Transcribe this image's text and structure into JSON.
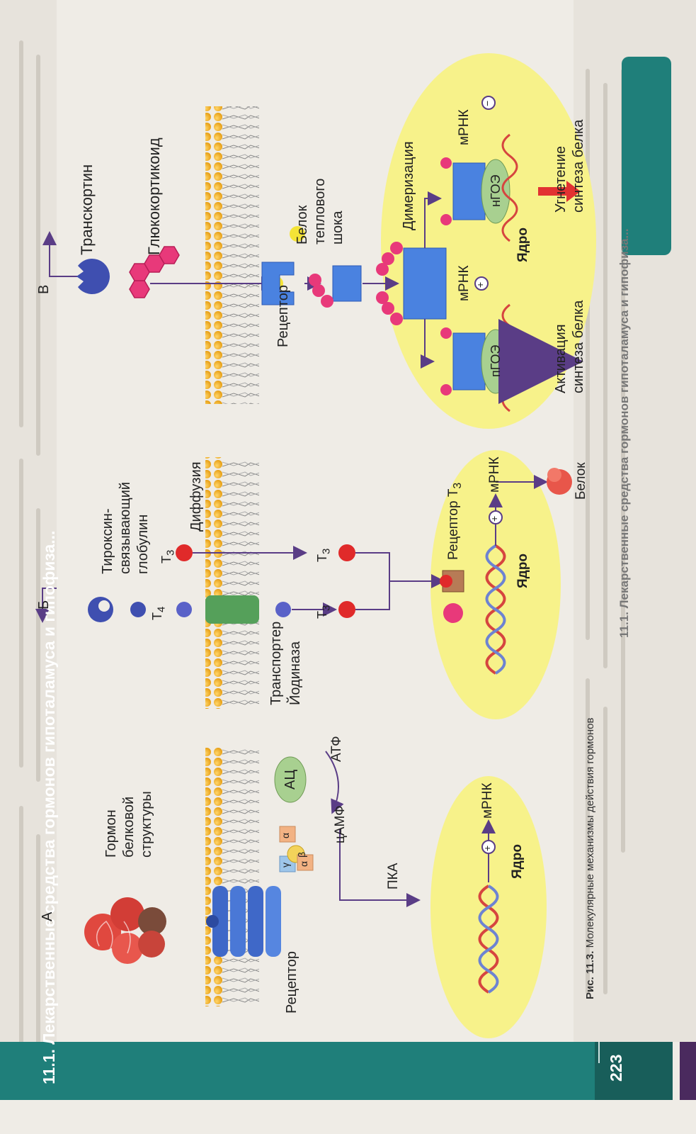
{
  "footer": {
    "running_title": "11.1. Лекарственные средства гормонов гипоталамуса и гипофиза...",
    "page_number": "223",
    "side_heading": "11.1. Лекарственные средства гормонов гипоталамуса и гипофиза..."
  },
  "figure": {
    "caption_label": "Рис. 11.3.",
    "caption_text": "Молекулярные механизмы действия гормонов"
  },
  "panelA": {
    "letter": "А",
    "hormone": [
      "Гормон",
      "белковой",
      "структуры"
    ],
    "receptor": "Рецептор",
    "alpha": "α",
    "beta": "β",
    "gamma": "γ",
    "ac": "АЦ",
    "atp": "АТФ",
    "camp": "цАМФ",
    "pka": "ПКА",
    "plus": "+",
    "mrna": "мРНК",
    "nucleus": "Ядро"
  },
  "panelB": {
    "letter": "Б",
    "tbg": [
      "Тироксин-",
      "связывающий",
      "глобулин"
    ],
    "t4": "T",
    "t4_sub": "4",
    "t3": "T",
    "t3_sub": "3",
    "diffusion": "Диффузия",
    "transporter": "Транспортер",
    "deiodinase": "Йодиназа",
    "receptor_t3": "Рецептор T",
    "plus": "+",
    "mrna": "мРНК",
    "nucleus": "Ядро",
    "protein": "Белок"
  },
  "panelC": {
    "letter": "В",
    "transcortin": "Транскортин",
    "glucocorticoid": "Глюкокортикоид",
    "hsp": [
      "Белок",
      "теплового",
      "шока"
    ],
    "receptor": "Рецептор",
    "dimerization": "Димеризация",
    "mrna_plus": "мРНК",
    "mrna_minus": "мРНК",
    "plus": "+",
    "minus": "−",
    "pgre": "пГОЭ",
    "ngre": "нГОЭ",
    "nucleus": "Ядро",
    "activation": [
      "Активация",
      "синтеза белка"
    ],
    "inhibition": [
      "Угнетение",
      "синтеза белка"
    ]
  },
  "colors": {
    "membrane_head": "#f1b82c",
    "nucleus": "#f7f28a",
    "receptor_blue": "#4a78d6",
    "arrow_purple": "#5a3d86",
    "teal_band": "#1f7f7a",
    "hormone_red": "#e23a36",
    "glucocorticoid_pink": "#e8397a",
    "green_cyl": "#55a05a",
    "inhib_red": "#e23232"
  }
}
